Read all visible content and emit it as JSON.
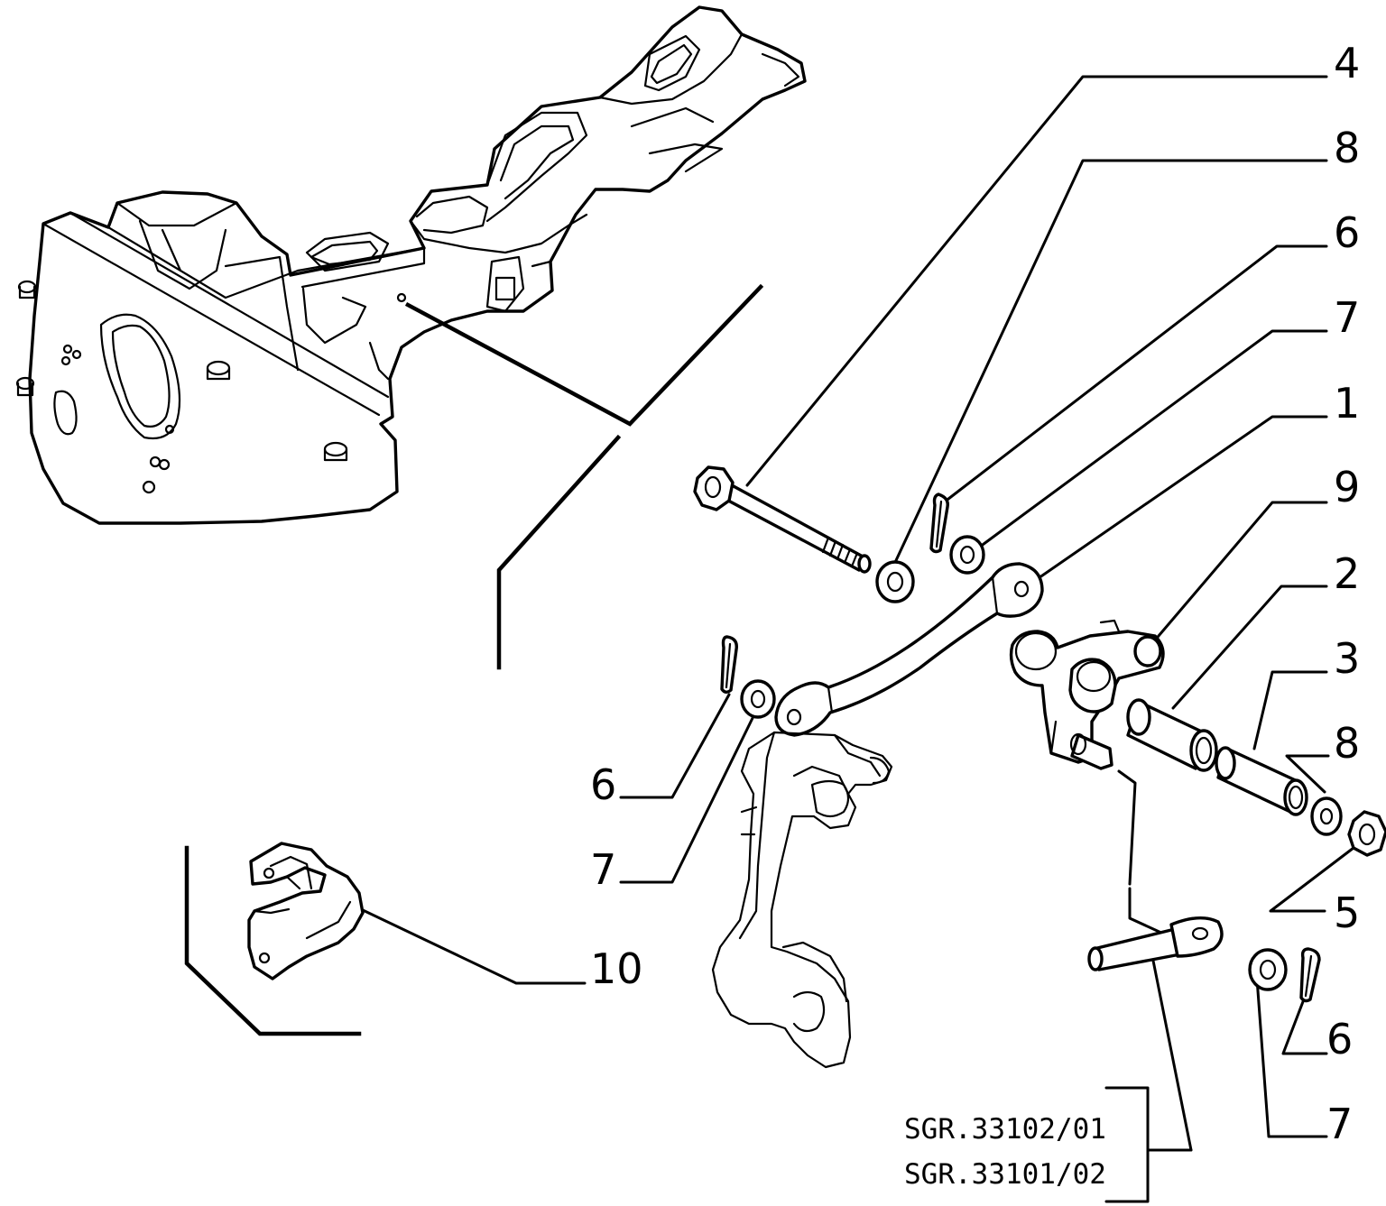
{
  "callouts": [
    {
      "id": "c4a",
      "label": "4"
    },
    {
      "id": "c8a",
      "label": "8"
    },
    {
      "id": "c6a",
      "label": "6"
    },
    {
      "id": "c7a",
      "label": "7"
    },
    {
      "id": "c1",
      "label": "1"
    },
    {
      "id": "c9",
      "label": "9"
    },
    {
      "id": "c2",
      "label": "2"
    },
    {
      "id": "c3",
      "label": "3"
    },
    {
      "id": "c8b",
      "label": "8"
    },
    {
      "id": "c5",
      "label": "5"
    },
    {
      "id": "c6b",
      "label": "6"
    },
    {
      "id": "c7b",
      "label": "7"
    },
    {
      "id": "c6c",
      "label": "6"
    },
    {
      "id": "c7c",
      "label": "7"
    },
    {
      "id": "c10",
      "label": "10"
    }
  ],
  "references": [
    "SGR.33102/01",
    "SGR.33101/02"
  ]
}
